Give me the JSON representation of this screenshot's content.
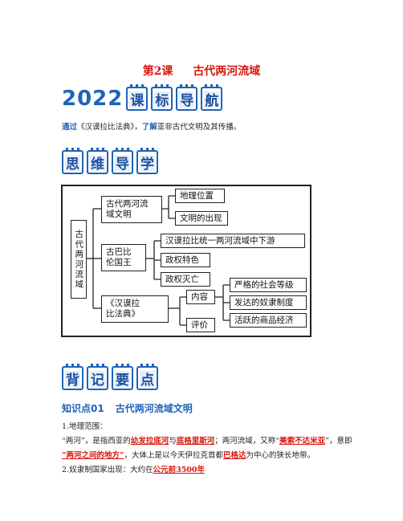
{
  "lesson": {
    "number": "第2课",
    "title": "古代两河流域"
  },
  "banner_standard": {
    "year": "2022",
    "chars": [
      "课",
      "标",
      "导",
      "航"
    ]
  },
  "standard": {
    "lead": "通过",
    "middle": "《汉谟拉比法典》，",
    "emph": "了解",
    "rest": "亚非古代文明及其传播。"
  },
  "banner_mindmap": {
    "chars": [
      "思",
      "维",
      "导",
      "学"
    ]
  },
  "mindmap": {
    "root": "古代两河流域",
    "branches": [
      {
        "label": "古代两河流\n域文明",
        "children": [
          "地理位置",
          "文明的出现"
        ]
      },
      {
        "label": "古巴比\n伦国王",
        "children": [
          "汉谟拉比统一两河流域中下游",
          "政权特色",
          "政权灭亡"
        ]
      },
      {
        "label": "《汉谟拉\n比法典》",
        "children": [
          {
            "label": "内容",
            "children": [
              "严格的社会等级",
              "发达的奴隶制度",
              "活跃的商品经济"
            ]
          },
          {
            "label": "评价",
            "children": []
          }
        ]
      }
    ]
  },
  "banner_points": {
    "chars": [
      "背",
      "记",
      "要",
      "点"
    ]
  },
  "knowledge": {
    "heading_num": "知识点01",
    "heading_title": "古代两河流域文明",
    "p1": "1.地理范围：",
    "p2a": "“两河”，是指西亚的",
    "p2b": "幼发拉底河",
    "p2c": "与",
    "p2d": "底格里斯河",
    "p2e": "；两河流域，又称“",
    "p2f": "美索不达米亚",
    "p2g": "”，意即",
    "p3a": "“两河之间的地方”",
    "p3b": "，大体上是以今天伊拉克首都",
    "p3c": "巴格达",
    "p3d": "为中心的狭长地带。",
    "p4a": "2.奴隶制国家出现：大约在",
    "p4b": "公元前3500年"
  }
}
